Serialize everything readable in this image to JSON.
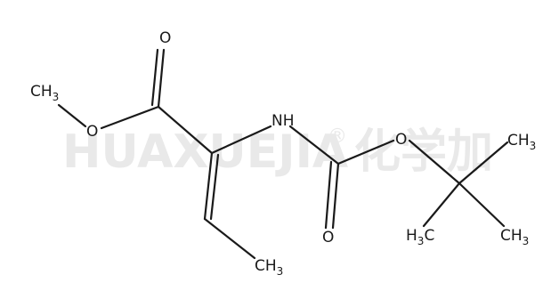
{
  "watermark": {
    "brand_text": "HUAXUEJIA",
    "registered_mark": "®",
    "chinese_text": "化学加"
  },
  "molecule": {
    "atoms": {
      "methyl_ester_c": {
        "main": "CH",
        "sub": "3"
      },
      "ester_o": {
        "main": "O"
      },
      "carbonyl_o_top": {
        "main": "O"
      },
      "amine_nh": {
        "main": "NH"
      },
      "carbamate_o_bottom": {
        "main": "O"
      },
      "carbamate_o_ring": {
        "main": "O"
      },
      "tbu_ch3_top": {
        "main": "CH",
        "sub": "3"
      },
      "tbu_ch3_left": {
        "main": "H",
        "sub": "3",
        "tail": "C"
      },
      "tbu_ch3_right": {
        "main": "CH",
        "sub": "3"
      },
      "vinyl_ch3": {
        "main": "CH",
        "sub": "3"
      }
    },
    "colors": {
      "bond": "#1a1a1a",
      "watermark": "#e9e9e9"
    }
  }
}
